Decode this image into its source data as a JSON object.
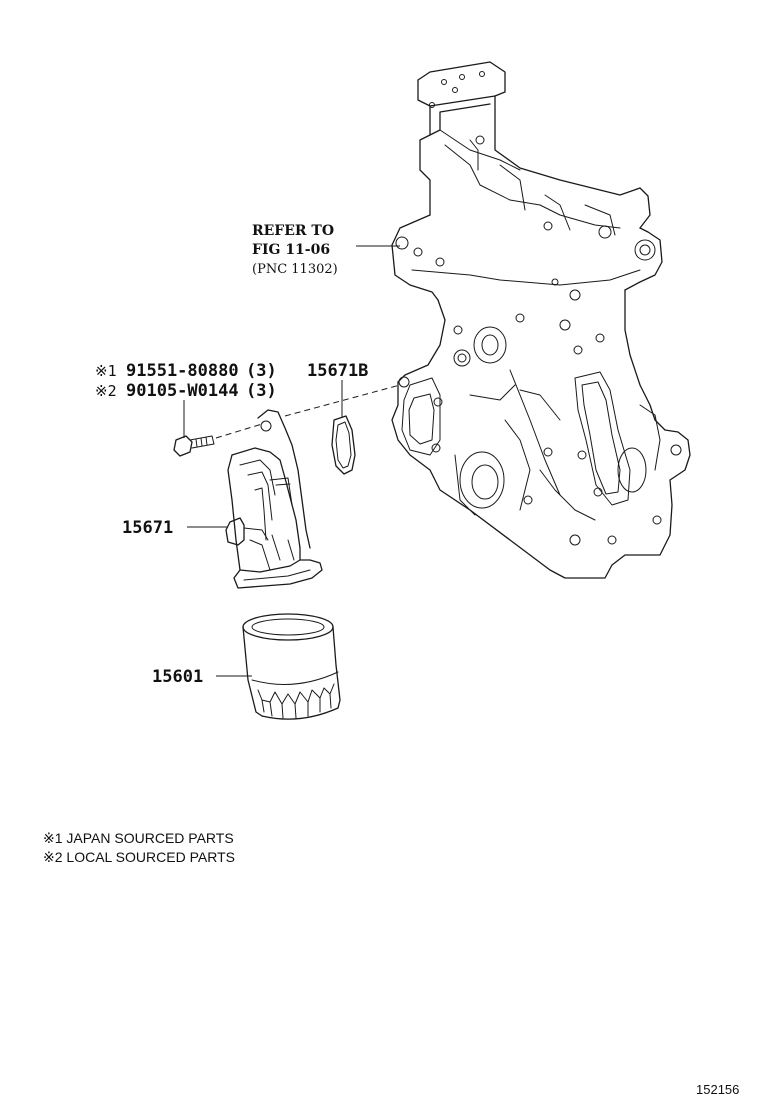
{
  "reference": {
    "line1": "REFER TO",
    "line2": "FIG 11-06",
    "line3": "(PNC 11302)"
  },
  "parts": {
    "bolt_japan": {
      "mark": "※1",
      "number": "91551-80880",
      "qty": "(3)"
    },
    "bolt_local": {
      "mark": "※2",
      "number": "90105-W0144",
      "qty": "(3)"
    },
    "gasket": "15671B",
    "bracket": "15671",
    "filter": "15601"
  },
  "notes": {
    "note1": "※1 JAPAN SOURCED PARTS",
    "note2": "※2 LOCAL SOURCED PARTS"
  },
  "figure_number": "152156"
}
